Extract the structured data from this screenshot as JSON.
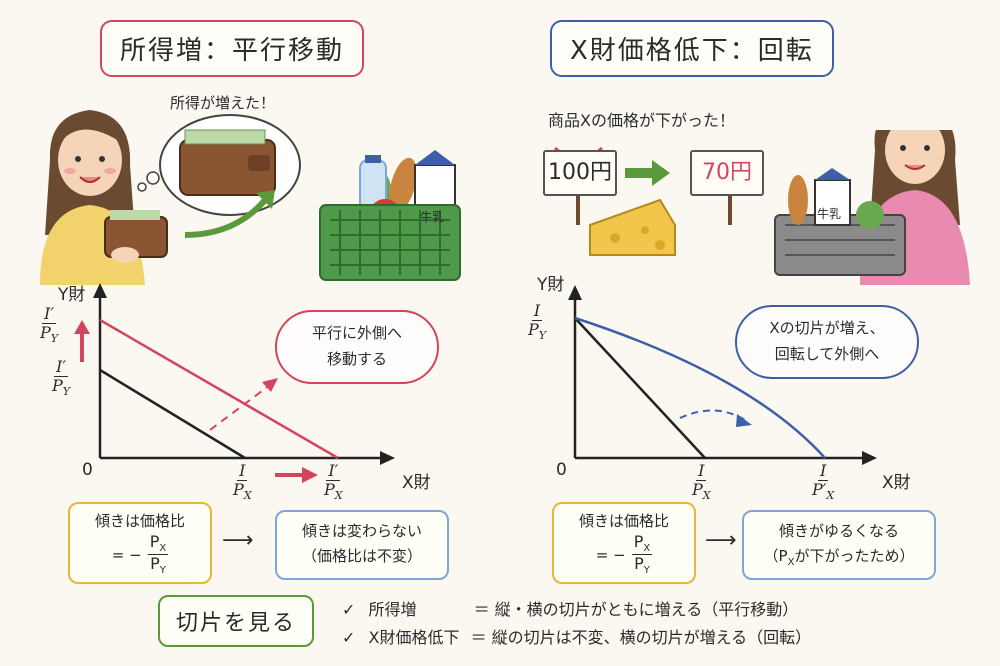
{
  "left": {
    "title": "所得増：平行移動",
    "speech": "所得が増えた！",
    "cloud_line1": "平行に外側へ",
    "cloud_line2": "移動する",
    "y_axis": "Y財",
    "x_axis": "X財",
    "origin": "0",
    "y_int_new_num": "I′",
    "y_int_new_den": "P",
    "y_int_new_sub": "Y",
    "y_int_old_num": "I′",
    "y_int_old_den": "P",
    "y_int_old_sub": "Y",
    "x_int_old_num": "I",
    "x_int_old_den": "P",
    "x_int_old_sub": "X",
    "x_int_new_num": "I′",
    "x_int_new_den": "P",
    "x_int_new_sub": "X",
    "note1_title": "傾きは価格比",
    "note1_eq": "= −",
    "note1_num": "P",
    "note1_num_sub": "X",
    "note1_den": "P",
    "note1_den_sub": "Y",
    "arrow": "⟶",
    "note2_line1": "傾きは変わらない",
    "note2_line2": "（価格比は不変）"
  },
  "right": {
    "title": "X財価格低下：回転",
    "speech": "商品Xの価格が下がった！",
    "old_price": "100円",
    "new_price": "70円",
    "milk_label": "牛乳",
    "cloud_line1": "Xの切片が増え、",
    "cloud_line2": "回転して外側へ",
    "y_axis": "Y財",
    "x_axis": "X財",
    "origin": "0",
    "y_int_num": "I",
    "y_int_den": "P",
    "y_int_sub": "Y",
    "x_int_old_num": "I",
    "x_int_old_den": "P",
    "x_int_old_sub": "X",
    "x_int_new_num": "I",
    "x_int_new_den": "P′",
    "x_int_new_sub": "X",
    "note1_title": "傾きは価格比",
    "note1_eq": "= −",
    "note1_num": "P",
    "note1_num_sub": "X",
    "note1_den": "P",
    "note1_den_sub": "Y",
    "arrow": "⟶",
    "note2_line1": "傾きがゆるくなる",
    "note2_line2": "（P",
    "note2_line2_sub": "X",
    "note2_line2_rest": "が下がったため）"
  },
  "left_milk_label": "牛乳",
  "bottom": {
    "box_label": "切片を見る",
    "check": "✓",
    "line1_head": "所得増",
    "line1_body": "＝ 縦・横の切片がともに増える（平行移動）",
    "line2_head": "X財価格低下",
    "line2_body": "＝ 縦の切片は不変、横の切片が増える（回転）"
  },
  "colors": {
    "red": "#d2455b",
    "blue": "#3e5fa8",
    "green": "#5a9a3a",
    "yellow": "#e5b83a",
    "lightblue": "#7ea6d6"
  }
}
